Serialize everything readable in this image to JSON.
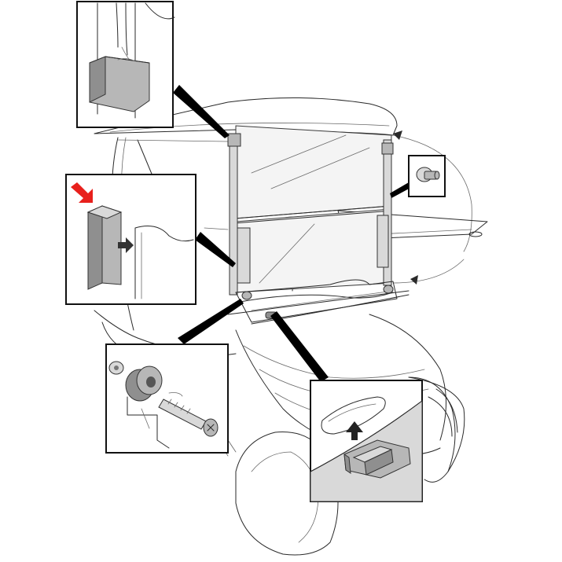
{
  "figure": {
    "colors": {
      "line": "#2a2a2a",
      "part_fill": "#b7b7b7",
      "part_shadow": "#8f8f8f",
      "glass_fill": "#f4f4f4",
      "callout": "#000000",
      "arrow_accent": "#e8201c"
    },
    "callouts": [
      {
        "id": "upper-clip",
        "icon": "u-clip-on-post"
      },
      {
        "id": "channel-seal",
        "icon": "edge-channel-with-red-arrow"
      },
      {
        "id": "grommet-bolt",
        "icon": "rubber-grommet-and-bolt"
      },
      {
        "id": "slot-fastener",
        "icon": "push-in-slot-fastener"
      },
      {
        "id": "push-pin",
        "icon": "push-pin-rivet"
      }
    ]
  }
}
